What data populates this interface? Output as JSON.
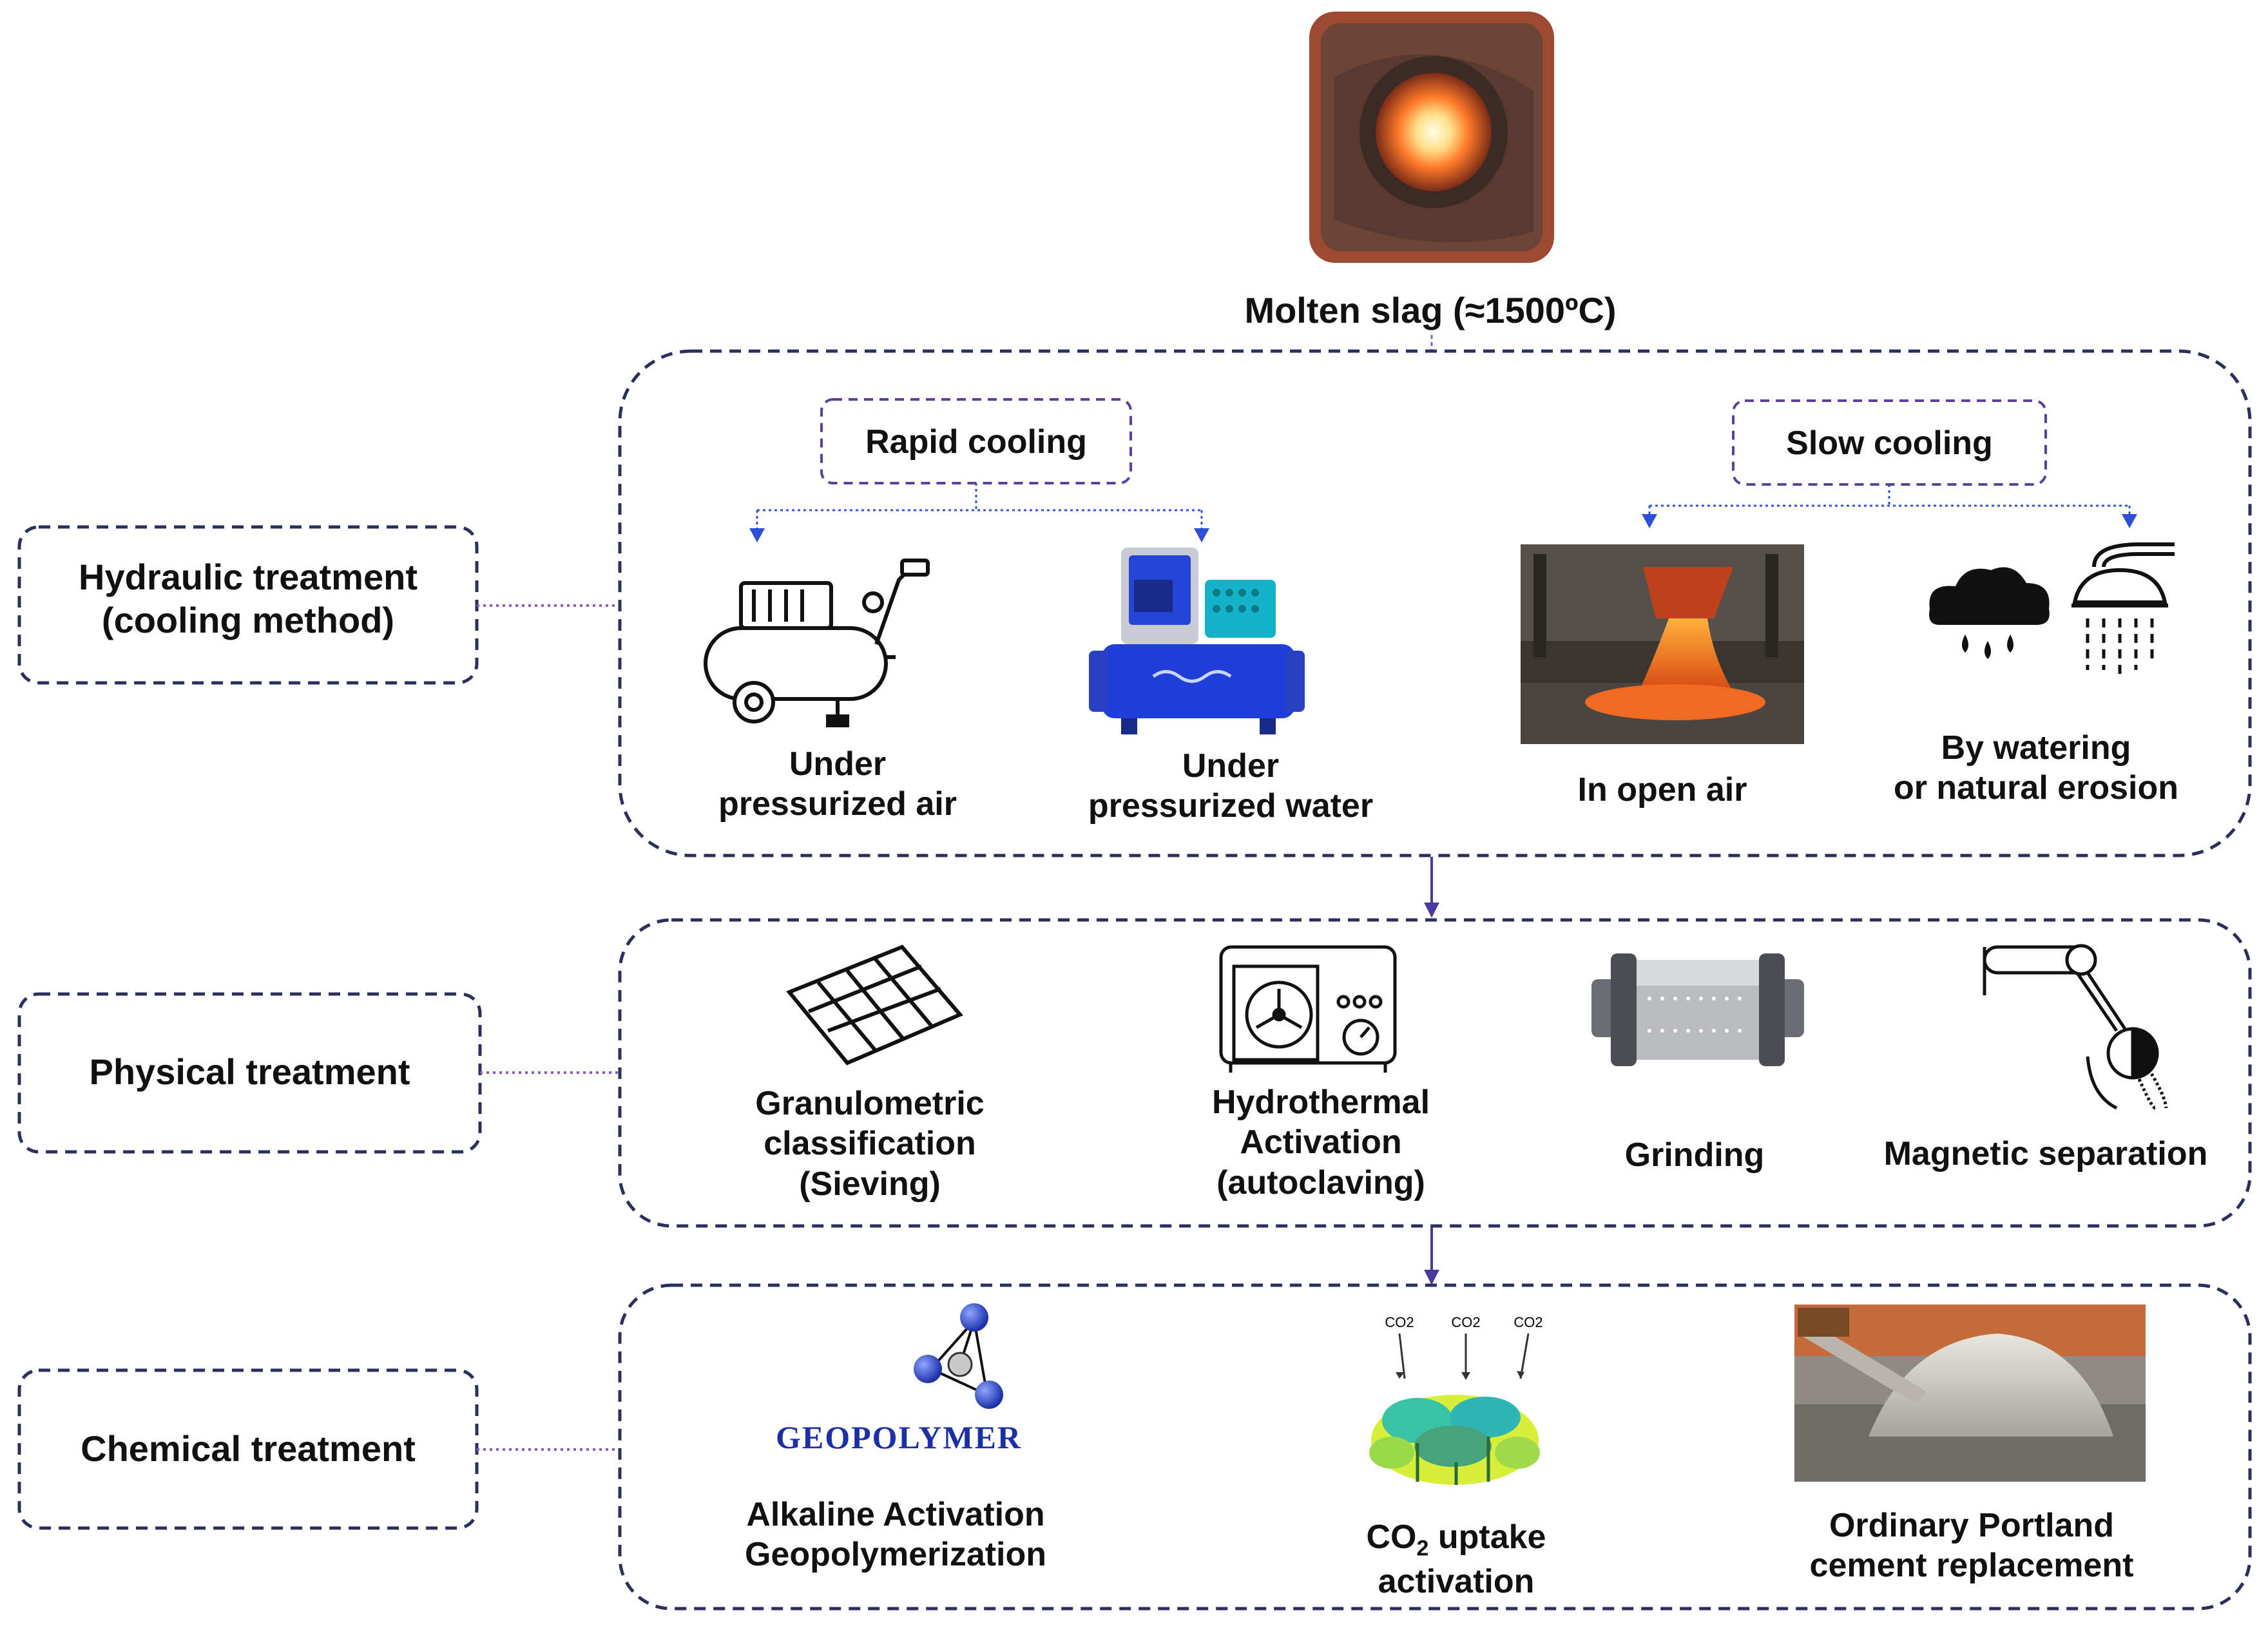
{
  "top": {
    "caption": "Molten slag (≈1500ºC)"
  },
  "rows": [
    {
      "label_line1": "Hydraulic treatment",
      "label_line2": "(cooling method)"
    },
    {
      "label_line1": "Physical treatment"
    },
    {
      "label_line1": "Chemical treatment"
    }
  ],
  "hydraulic": {
    "rapid": {
      "label": "Rapid cooling",
      "items": [
        {
          "line1": "Under",
          "line2": "pressurized air",
          "icon": "air-compressor-icon"
        },
        {
          "line1": "Under",
          "line2": "pressurized water",
          "icon": "water-pump-icon"
        }
      ]
    },
    "slow": {
      "label": "Slow cooling",
      "items": [
        {
          "line1": "In open air",
          "icon": "slag-pouring-photo"
        },
        {
          "line1": "By watering",
          "line2": "or natural erosion",
          "icon": "rain-shower-icon"
        }
      ]
    }
  },
  "physical": {
    "items": [
      {
        "line1": "Granulometric",
        "line2": "classification",
        "line3": "(Sieving)",
        "icon": "sieve-icon"
      },
      {
        "line1": "Hydrothermal",
        "line2": "Activation",
        "line3": "(autoclaving)",
        "icon": "autoclave-icon"
      },
      {
        "line1": "Grinding",
        "icon": "grinding-mill-icon"
      },
      {
        "line1": "Magnetic separation",
        "icon": "magnetic-separator-icon"
      }
    ]
  },
  "chemical": {
    "geopolymer_logo": "GEOPOLYMER",
    "co2_label": "CO2",
    "items": [
      {
        "line1": "Alkaline Activation",
        "line2": "Geopolymerization",
        "icon": "geopolymer-molecule-icon"
      },
      {
        "line1_main": "CO",
        "line1_sub": "2",
        "line1_rest": " uptake",
        "line2": "activation",
        "icon": "co2-vegetation-icon"
      },
      {
        "line1": "Ordinary Portland",
        "line2": "cement replacement",
        "icon": "cement-photo"
      }
    ]
  },
  "colors": {
    "dash_box": "#2b2f5e",
    "connector": "#7f5fbf",
    "arrow": "#4a3aa0",
    "blue_arrow": "#2f4fd8"
  }
}
